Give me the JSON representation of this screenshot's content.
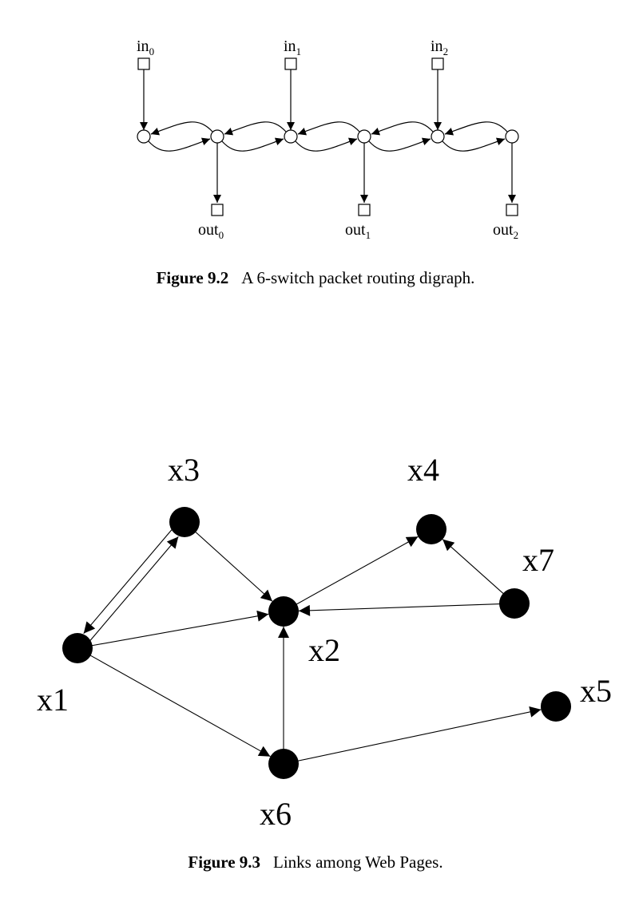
{
  "figure_9_2": {
    "caption_label": "Figure 9.2",
    "caption_text": "A 6-switch packet routing digraph.",
    "inputs": [
      {
        "name": "in",
        "index": "0",
        "switch": 1
      },
      {
        "name": "in",
        "index": "1",
        "switch": 3
      },
      {
        "name": "in",
        "index": "2",
        "switch": 5
      }
    ],
    "outputs": [
      {
        "name": "out",
        "index": "0",
        "switch": 2
      },
      {
        "name": "out",
        "index": "1",
        "switch": 4
      },
      {
        "name": "out",
        "index": "2",
        "switch": 6
      }
    ],
    "switch_count": 6
  },
  "figure_9_3": {
    "caption_label": "Figure 9.3",
    "caption_text": "Links among Web Pages.",
    "nodes": [
      {
        "id": "x1",
        "label": "x1"
      },
      {
        "id": "x2",
        "label": "x2"
      },
      {
        "id": "x3",
        "label": "x3"
      },
      {
        "id": "x4",
        "label": "x4"
      },
      {
        "id": "x5",
        "label": "x5"
      },
      {
        "id": "x6",
        "label": "x6"
      },
      {
        "id": "x7",
        "label": "x7"
      }
    ],
    "edges": [
      {
        "from": "x1",
        "to": "x3"
      },
      {
        "from": "x3",
        "to": "x1"
      },
      {
        "from": "x3",
        "to": "x2"
      },
      {
        "from": "x1",
        "to": "x2"
      },
      {
        "from": "x1",
        "to": "x6"
      },
      {
        "from": "x2",
        "to": "x4"
      },
      {
        "from": "x7",
        "to": "x4"
      },
      {
        "from": "x7",
        "to": "x2"
      },
      {
        "from": "x6",
        "to": "x2"
      },
      {
        "from": "x6",
        "to": "x5"
      }
    ]
  }
}
